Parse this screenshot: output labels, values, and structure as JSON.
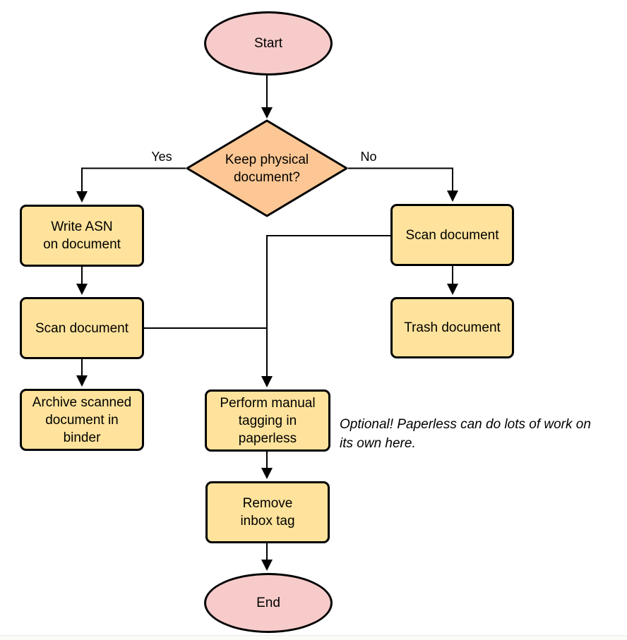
{
  "diagram": {
    "type": "flowchart",
    "nodes": {
      "start": {
        "label": "Start",
        "shape": "ellipse"
      },
      "decision": {
        "label": [
          "Keep physical",
          "document?"
        ],
        "shape": "diamond"
      },
      "write_asn": {
        "label": [
          "Write ASN",
          "on document"
        ],
        "shape": "rect"
      },
      "scan_left": {
        "label": "Scan document",
        "shape": "rect"
      },
      "archive": {
        "label": [
          "Archive scanned",
          "document in",
          "binder"
        ],
        "shape": "rect"
      },
      "scan_right": {
        "label": "Scan document",
        "shape": "rect"
      },
      "trash": {
        "label": "Trash document",
        "shape": "rect"
      },
      "tagging": {
        "label": [
          "Perform manual",
          "tagging in",
          "paperless"
        ],
        "shape": "rect"
      },
      "remove_inbox": {
        "label": [
          "Remove",
          "inbox tag"
        ],
        "shape": "rect"
      },
      "end": {
        "label": "End",
        "shape": "ellipse"
      }
    },
    "edge_labels": {
      "yes": "Yes",
      "no": "No"
    },
    "note": [
      "Optional! Paperless can do lots of work on",
      "its own here."
    ],
    "colors": {
      "terminal_fill": "#f6cbca",
      "decision_fill": "#fcc794",
      "process_fill": "#ffe39c",
      "stroke": "#000000",
      "background": "#ffffff"
    }
  }
}
